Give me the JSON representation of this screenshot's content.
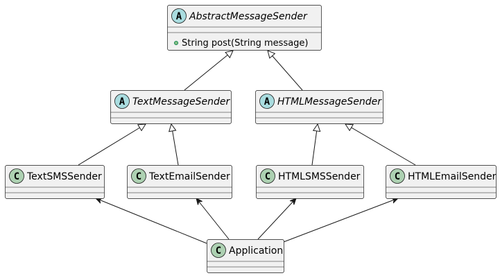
{
  "diagram": {
    "classes": {
      "abstract_message_sender": {
        "name": "AbstractMessageSender",
        "kind": "abstract",
        "marker": "A",
        "members": [
          {
            "visibility": "public",
            "text": "String post(String message)"
          }
        ]
      },
      "text_message_sender": {
        "name": "TextMessageSender",
        "kind": "abstract",
        "marker": "A",
        "members": []
      },
      "html_message_sender": {
        "name": "HTMLMessageSender",
        "kind": "abstract",
        "marker": "A",
        "members": []
      },
      "text_sms_sender": {
        "name": "TextSMSSender",
        "kind": "class",
        "marker": "C",
        "members": []
      },
      "text_email_sender": {
        "name": "TextEmailSender",
        "kind": "class",
        "marker": "C",
        "members": []
      },
      "html_sms_sender": {
        "name": "HTMLSMSSender",
        "kind": "class",
        "marker": "C",
        "members": []
      },
      "html_email_sender": {
        "name": "HTMLEmailSender",
        "kind": "class",
        "marker": "C",
        "members": []
      },
      "application": {
        "name": "Application",
        "kind": "class",
        "marker": "C",
        "members": []
      }
    },
    "relations": [
      {
        "type": "generalization",
        "from": "text_message_sender",
        "to": "abstract_message_sender"
      },
      {
        "type": "generalization",
        "from": "html_message_sender",
        "to": "abstract_message_sender"
      },
      {
        "type": "generalization",
        "from": "text_sms_sender",
        "to": "text_message_sender"
      },
      {
        "type": "generalization",
        "from": "text_email_sender",
        "to": "text_message_sender"
      },
      {
        "type": "generalization",
        "from": "html_sms_sender",
        "to": "html_message_sender"
      },
      {
        "type": "generalization",
        "from": "html_email_sender",
        "to": "html_message_sender"
      },
      {
        "type": "association",
        "from": "application",
        "to": "text_sms_sender"
      },
      {
        "type": "association",
        "from": "application",
        "to": "text_email_sender"
      },
      {
        "type": "association",
        "from": "application",
        "to": "html_sms_sender"
      },
      {
        "type": "association",
        "from": "application",
        "to": "html_email_sender"
      }
    ],
    "colors": {
      "box_fill": "#f1f1f1",
      "box_stroke": "#181818",
      "abstract_marker": "#a9dcdf",
      "class_marker": "#add1b2",
      "line": "#181818"
    }
  }
}
